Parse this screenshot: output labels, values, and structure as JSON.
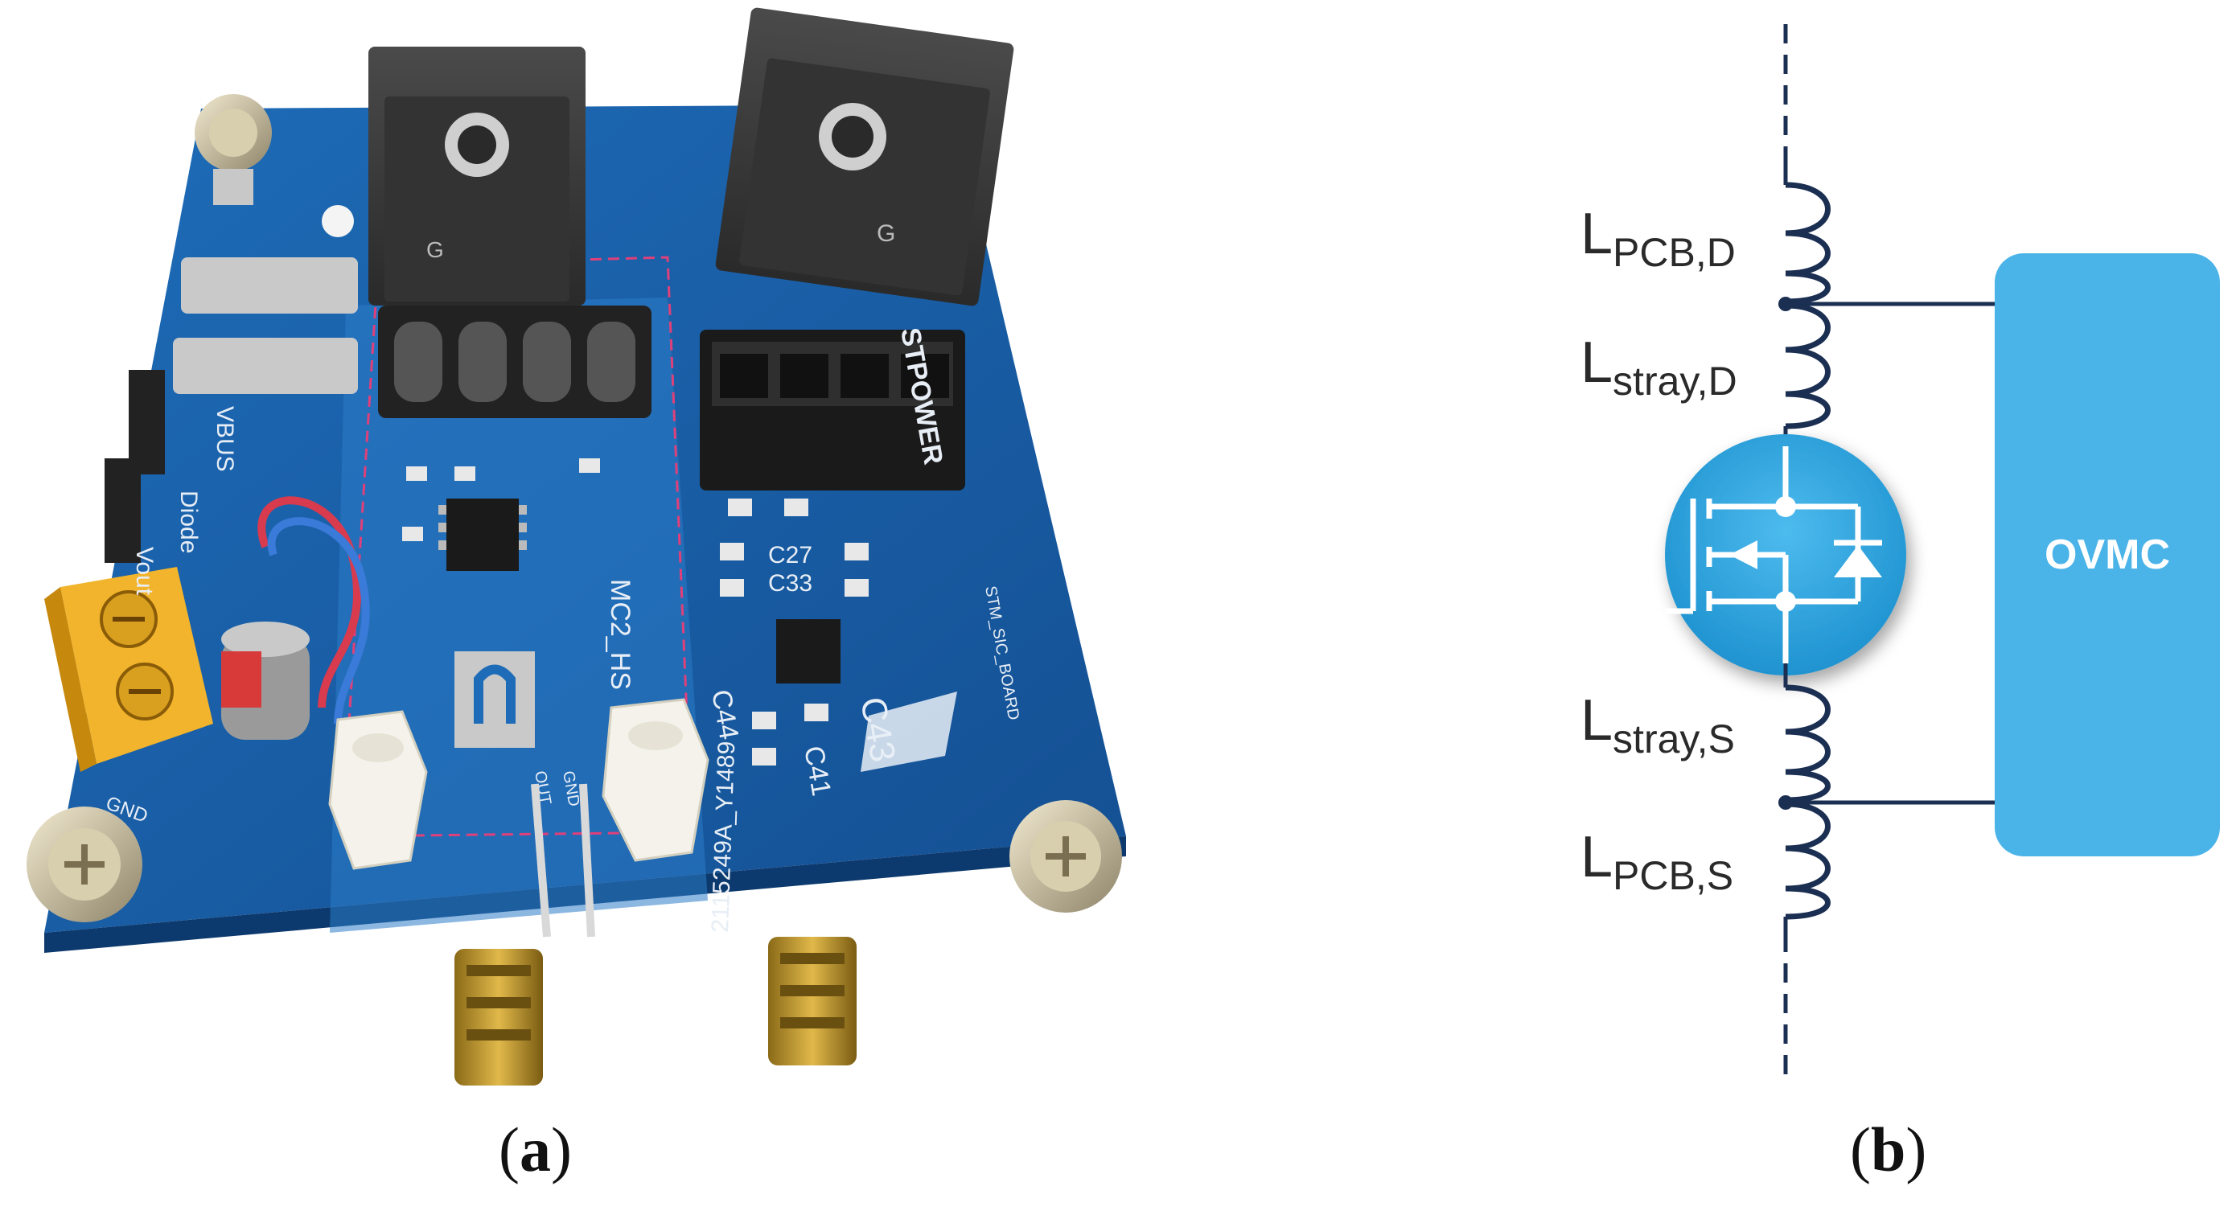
{
  "captions": {
    "a": {
      "open": "(",
      "letter": "a",
      "close": ")"
    },
    "b": {
      "open": "(",
      "letter": "b",
      "close": ")"
    }
  },
  "photo": {
    "description_free": true,
    "board_text": {
      "vbus": "VBUS",
      "vout": "Vout",
      "diode": "Diode",
      "gnd": "GND",
      "mc2_hs": "MC2_HS",
      "c43": "C43",
      "c41": "C41",
      "c44": "C44",
      "c33": "C33",
      "c27": "C27",
      "serial": "2115249A_Y1489",
      "brand_top": "STPOWER",
      "component_g": "G",
      "component_g2": "G",
      "side_label": "STM_SIC_BOARD",
      "out_label": "OUT",
      "gnd_label": "GND"
    }
  },
  "schematic": {
    "inductors": {
      "pcb_d": {
        "main": "L",
        "sub": "PCB,D"
      },
      "stray_d": {
        "main": "L",
        "sub": "stray,D"
      },
      "stray_s": {
        "main": "L",
        "sub": "stray,S"
      },
      "pcb_s": {
        "main": "L",
        "sub": "PCB,S"
      }
    },
    "ovmc_label": "OVMC",
    "colors": {
      "wire": "#1b2f52",
      "ovmc_fill": "#4ab3e8",
      "mosfet_fill": "#34a8e0",
      "pcb_blue": "#1d5fa8"
    }
  }
}
